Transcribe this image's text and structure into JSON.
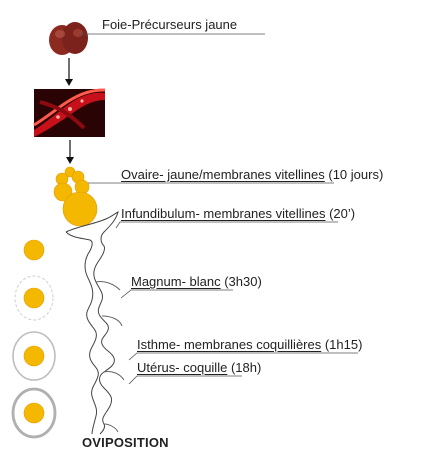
{
  "labels": {
    "foie": "Foie-Précurseurs jaune",
    "ovaire_main": "Ovaire- jaune/membranes vitellines",
    "ovaire_time": " (10 jours)",
    "infund_main": "Infundibulum- membranes vitellines",
    "infund_time": " (20’)",
    "magnum_main": "Magnum- blanc",
    "magnum_time": " (3h30)",
    "isthme_main": "Isthme- membranes coquillières",
    "isthme_time": " (1h15)",
    "uterus_main": "Utérus- coquille",
    "uterus_time": " (18h)",
    "oviposition": "OVIPOSITION"
  },
  "colors": {
    "yolk": "#f5b800",
    "yolk_edge": "#e39a00",
    "liver": "#8c2a22",
    "vessel": "#c8101a",
    "line": "#555555"
  }
}
